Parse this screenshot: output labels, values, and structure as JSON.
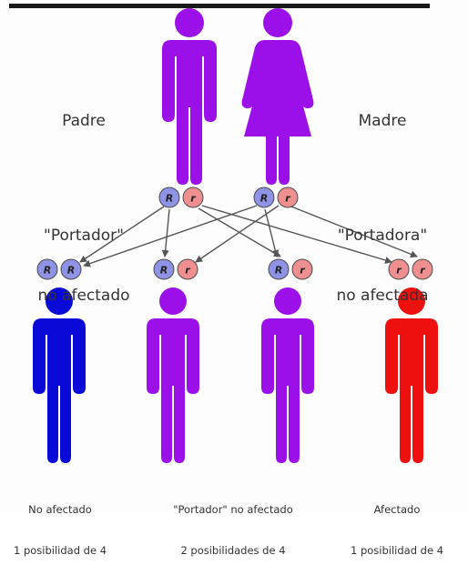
{
  "colors": {
    "carrier": "#9b10e8",
    "unaffected": "#0a0ad8",
    "affected": "#ee0f0f",
    "allele_R_fill": "#8f93e6",
    "allele_r_fill": "#f08f8f",
    "arrow": "#555555",
    "text": "#333333"
  },
  "parents": {
    "father": {
      "title": "Padre",
      "status_line1": "\"Portador\"",
      "status_line2": "no afectado",
      "alleles": [
        "R",
        "r"
      ]
    },
    "mother": {
      "title": "Madre",
      "status_line1": "\"Portadora\"",
      "status_line2": "no afectada",
      "alleles": [
        "R",
        "r"
      ]
    }
  },
  "children": [
    {
      "alleles": [
        "R",
        "R"
      ],
      "status": "unaffected"
    },
    {
      "alleles": [
        "R",
        "r"
      ],
      "status": "carrier"
    },
    {
      "alleles": [
        "R",
        "r"
      ],
      "status": "carrier"
    },
    {
      "alleles": [
        "r",
        "r"
      ],
      "status": "affected"
    }
  ],
  "captions": {
    "unaffected": {
      "line1": "No afectado",
      "line2": "1 posibilidad de 4"
    },
    "carrier": {
      "line1": "\"Portador\" no afectado",
      "line2": "2 posibilidades de 4"
    },
    "affected": {
      "line1": "Afectado",
      "line2": "1 posibilidad de 4"
    }
  }
}
